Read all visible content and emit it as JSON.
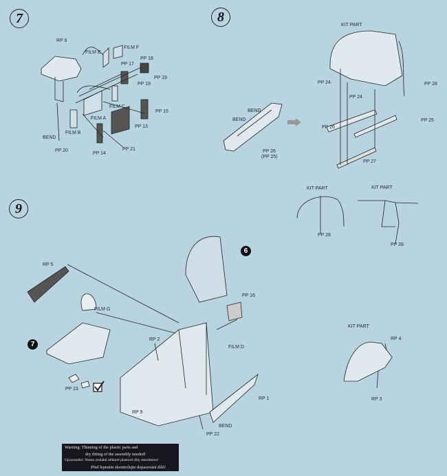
{
  "steps": {
    "s7": "7",
    "s8": "8",
    "s9": "9"
  },
  "callouts": {
    "c6": "6",
    "c7": "7"
  },
  "step7_labels": [
    "RP 6",
    "FILM E",
    "FILM F",
    "PP 18",
    "PP 17",
    "PP 19",
    "PP 19",
    "FILM C",
    "PP 15",
    "FILM A",
    "PP 13",
    "FILM B",
    "BEND",
    "PP 20",
    "PP 14",
    "PP 21"
  ],
  "step8_labels": [
    "KIT PART",
    "PP 24",
    "PP 28",
    "PP 24",
    "BEND",
    "BEND",
    "PP 26",
    "PP 25",
    "PP 26",
    "(PP 25)",
    "PP 27",
    "KIT PART",
    "KIT PART",
    "PP 28",
    "PP 28"
  ],
  "step9_labels": [
    "RP 5",
    "PP 16",
    "FILM G",
    "RP 2",
    "FILM D",
    "KIT PART",
    "RP 4",
    "RP 3",
    "RP 1",
    "PP 23",
    "RP 9",
    "BEND",
    "PP 22"
  ],
  "check_icon": "checkbox-checked-icon",
  "warning": {
    "line1": "Warning: Thinning of the plastic parts and",
    "line2": "dry fitting of the assembly needed!",
    "line3": "Upozornění: Nutno zeslabit některé plastové díly stavebnice!",
    "line4": "Před lepením zkontrolujte dopasování dílů!"
  }
}
